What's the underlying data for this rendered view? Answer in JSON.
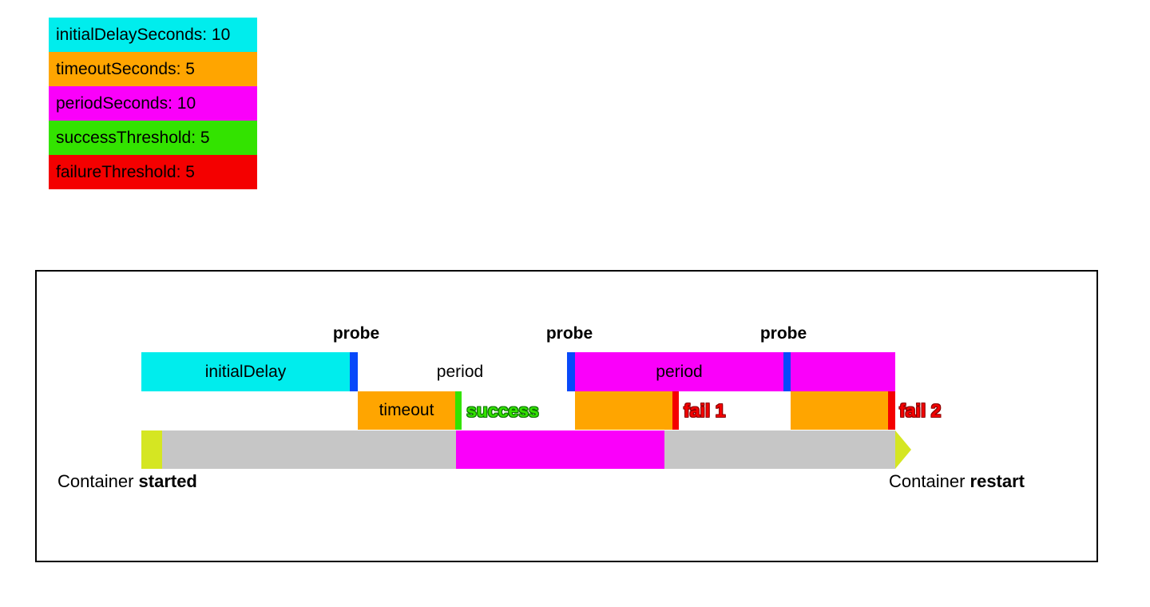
{
  "legend": {
    "items": [
      {
        "label": "initialDelaySeconds: 10",
        "color": "#00eded"
      },
      {
        "label": "timeoutSeconds: 5",
        "color": "#ffa500"
      },
      {
        "label": "periodSeconds: 10",
        "color": "#fa00fa"
      },
      {
        "label": "successThreshold: 5",
        "color": "#33e300"
      },
      {
        "label": "failureThreshold: 5",
        "color": "#f40000"
      }
    ]
  },
  "diagram": {
    "probes": [
      "probe",
      "probe",
      "probe"
    ],
    "labels": {
      "initial_delay": "initialDelay",
      "period_gap": "period",
      "period_bar": "period",
      "timeout": "timeout"
    },
    "events": {
      "success": "success",
      "fail1": "fail 1",
      "fail2": "fail 2"
    },
    "captions": {
      "started_prefix": "Container ",
      "started_bold": "started",
      "restart_prefix": "Container ",
      "restart_bold": "restart"
    },
    "colors": {
      "initial_delay": "#00eded",
      "probe_tick": "#0849fa",
      "period": "#fa00fa",
      "timeout": "#ffa500",
      "success_tick": "#33e300",
      "failure_tick": "#f40000",
      "container_run": "#c6c6c6",
      "container_event": "#d5e622"
    }
  }
}
